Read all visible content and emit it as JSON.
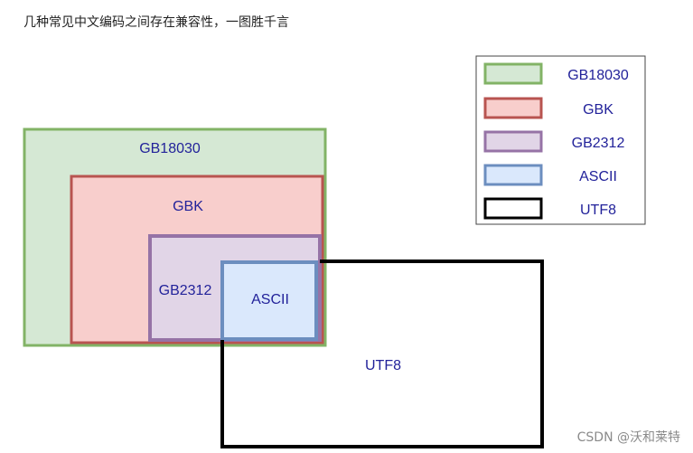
{
  "caption": "几种常见中文编码之间存在兼容性，一图胜千言",
  "watermark": "CSDN @沃和莱特",
  "colors": {
    "label_text": "#22229a",
    "gb18030_fill": "#d5e8d4",
    "gb18030_stroke": "#82b366",
    "gbk_fill": "#f8cecc",
    "gbk_stroke": "#b85450",
    "gb2312_fill": "#e1d5e7",
    "gb2312_stroke": "#9673a6",
    "ascii_fill": "#dae8fc",
    "ascii_stroke": "#6c8ebf",
    "utf8_fill": "#ffffff",
    "utf8_stroke": "#000000"
  },
  "regions": {
    "gb18030": "GB18030",
    "gbk": "GBK",
    "gb2312": "GB2312",
    "ascii": "ASCII",
    "utf8": "UTF8"
  },
  "legend": [
    {
      "label": "GB18030"
    },
    {
      "label": "GBK"
    },
    {
      "label": "GB2312"
    },
    {
      "label": "ASCII"
    },
    {
      "label": "UTF8"
    }
  ]
}
